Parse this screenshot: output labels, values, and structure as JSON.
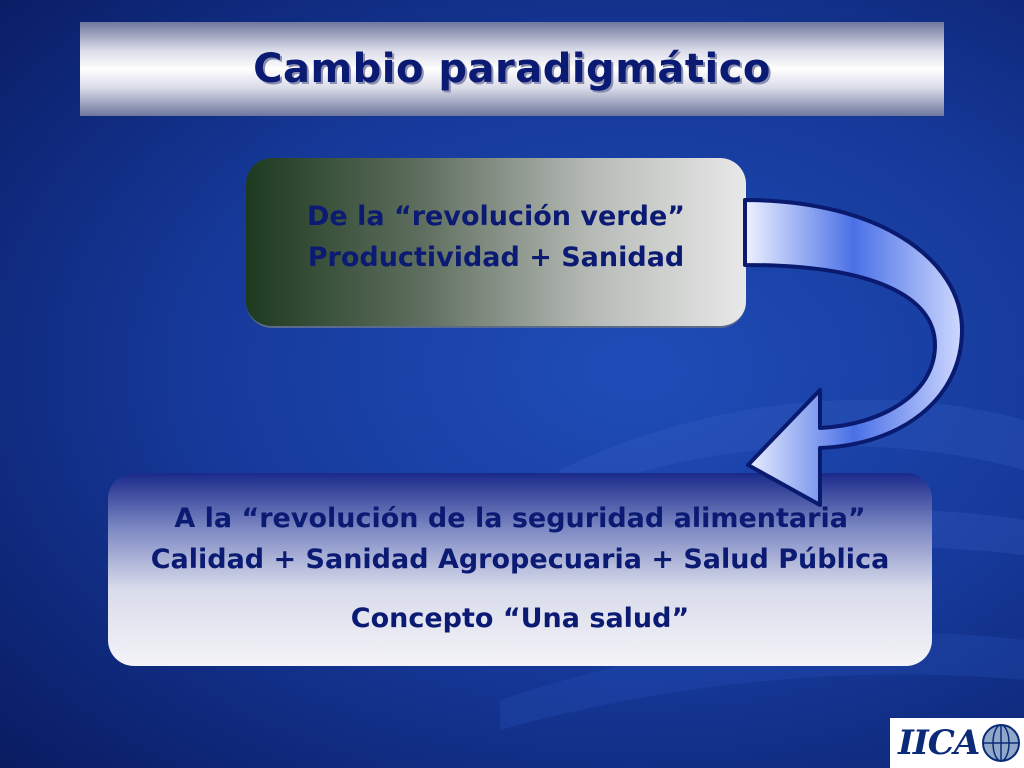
{
  "slide": {
    "title": "Cambio paradigmático"
  },
  "top_box": {
    "line1": "De la “revolución verde”",
    "line2": "Productividad + Sanidad"
  },
  "bottom_box": {
    "line1": "A la “revolución de la seguridad alimentaria”",
    "line2": "Calidad + Sanidad Agropecuaria + Salud Pública",
    "line3": "Concepto “Una salud”"
  },
  "logo": {
    "text": "IICA"
  },
  "colors": {
    "background": "#16399a",
    "text": "#0b1a72",
    "arrow_fill": "#5b7fe8",
    "arrow_outline": "#0a1a6e"
  },
  "icons": {
    "arrow": "curved-arrow-icon",
    "logo": "iica-logo-icon",
    "globe": "globe-icon"
  }
}
